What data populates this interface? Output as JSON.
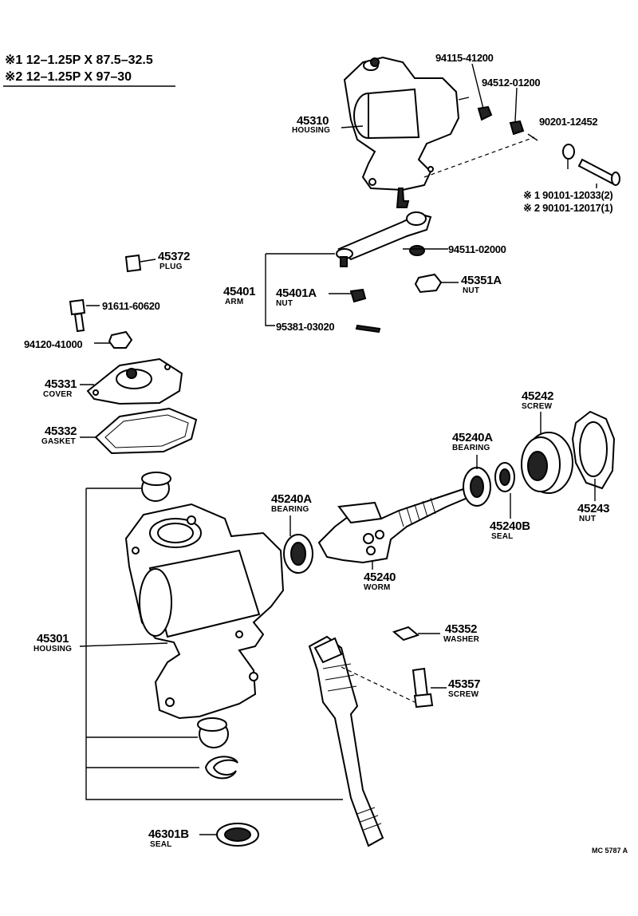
{
  "notes": {
    "note1_mark": "※1",
    "note1_text": "12–1.25P X 87.5–32.5",
    "note2_mark": "※2",
    "note2_text": "12–1.25P X 97–30"
  },
  "parts": {
    "p94115": "94115-41200",
    "p94512": "94512-01200",
    "p90201": "90201-12452",
    "p90101a": "※ 1  90101-12033(2)",
    "p90101b": "※ 2  90101-12017(1)",
    "p45310": "45310",
    "p45310_name": "HOUSING",
    "p45372": "45372",
    "p45372_name": "PLUG",
    "p94511": "94511-02000",
    "p45401": "45401",
    "p45401_name": "ARM",
    "p45401A": "45401A",
    "p45401A_name": "NUT",
    "p45351A": "45351A",
    "p45351A_name": "NUT",
    "p91611": "91611-60620",
    "p95381": "95381-03020",
    "p94120": "94120-41000",
    "p45331": "45331",
    "p45331_name": "COVER",
    "p45242": "45242",
    "p45242_name": "SCREW",
    "p45332": "45332",
    "p45332_name": "GASKET",
    "p45240A_r": "45240A",
    "p45240A_r_name": "BEARING",
    "p45240A_l": "45240A",
    "p45240A_l_name": "BEARING",
    "p45243": "45243",
    "p45243_name": "NUT",
    "p45240B": "45240B",
    "p45240B_name": "SEAL",
    "p45240": "45240",
    "p45240_name": "WORM",
    "p45301": "45301",
    "p45301_name": "HOUSING",
    "p45352": "45352",
    "p45352_name": "WASHER",
    "p45357": "45357",
    "p45357_name": "SCREW",
    "p46301B": "46301B",
    "p46301B_name": "SEAL"
  },
  "footer_code": "MC  5787 A"
}
